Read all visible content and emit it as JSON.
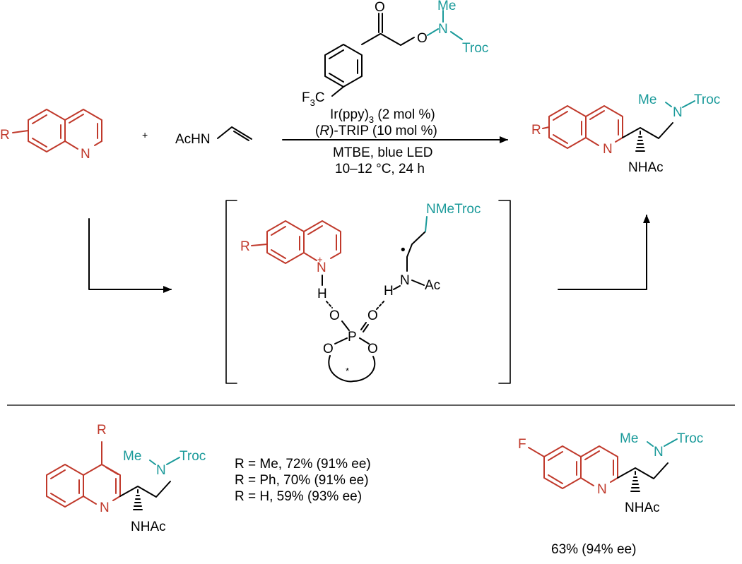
{
  "colors": {
    "quinoline_red": "#c0392b",
    "amine_teal": "#1a9a9a",
    "ink": "#000000"
  },
  "reaction": {
    "reactant1": {
      "substituent": "R",
      "ring_n": "N"
    },
    "plus": "+",
    "reactant2": {
      "label": "AcHN"
    },
    "reagent": {
      "o_carbonyl": "O",
      "o_ester": "O",
      "n": "N",
      "me": "Me",
      "troc": "Troc",
      "cf3_f": "F",
      "cf3_sub": "3",
      "cf3_c": "C"
    },
    "conditions_above": {
      "line1_prefix": "Ir(ppy)",
      "line1_sub": "3",
      "line1_suffix": " (2 mol %)",
      "line2_open": "(",
      "line2_italic": "R",
      "line2_rest": ")-TRIP (10 mol %)"
    },
    "conditions_below": {
      "line1": "MTBE, blue LED",
      "line2": "10–12 °C, 24 h"
    },
    "product": {
      "r": "R",
      "n": "N",
      "me": "Me",
      "n_amine": "N",
      "troc": "Troc",
      "nhac": "NHAc"
    }
  },
  "intermediate": {
    "r": "R",
    "n_plus": "N",
    "plus_sign": "+",
    "h1": "H",
    "o1": "O",
    "o2": "O",
    "p": "P",
    "o3": "O",
    "o4": "O",
    "star": "*",
    "nmetroc": "NMeTroc",
    "h2": "H",
    "n2": "N",
    "ac": "Ac",
    "radical": "•"
  },
  "examples": {
    "example1": {
      "r_label": "R",
      "n": "N",
      "me": "Me",
      "n_amine": "N",
      "troc": "Troc",
      "nhac": "NHAc",
      "results": [
        "R = Me, 72% (91% ee)",
        "R = Ph, 70% (91% ee)",
        "R = H, 59% (93% ee)"
      ]
    },
    "example2": {
      "f": "F",
      "n": "N",
      "me": "Me",
      "n_amine": "N",
      "troc": "Troc",
      "nhac": "NHAc",
      "result": "63% (94% ee)"
    }
  }
}
